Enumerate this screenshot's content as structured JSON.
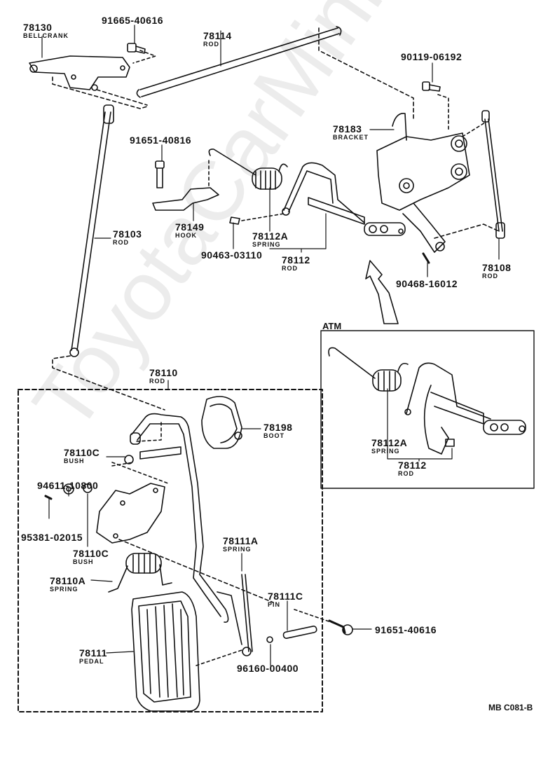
{
  "watermark": "ToyotaCarMini.ru",
  "diagram_code": "MB C081-B",
  "atm_box_title": "ATM",
  "parts": [
    {
      "id": "p78130",
      "number": "78130",
      "name": "BELLCRANK"
    },
    {
      "id": "p91665",
      "number": "91665-40616",
      "name": ""
    },
    {
      "id": "p78114",
      "number": "78114",
      "name": "ROD"
    },
    {
      "id": "p90119",
      "number": "90119-06192",
      "name": ""
    },
    {
      "id": "p78183",
      "number": "78183",
      "name": "BRACKET"
    },
    {
      "id": "p91651a",
      "number": "91651-40816",
      "name": ""
    },
    {
      "id": "p78149",
      "number": "78149",
      "name": "HOOK"
    },
    {
      "id": "p78103",
      "number": "78103",
      "name": "ROD"
    },
    {
      "id": "p78112A",
      "number": "78112A",
      "name": "SPRING"
    },
    {
      "id": "p90463",
      "number": "90463-03110",
      "name": ""
    },
    {
      "id": "p78112",
      "number": "78112",
      "name": "ROD"
    },
    {
      "id": "p78108",
      "number": "78108",
      "name": "ROD"
    },
    {
      "id": "p90468",
      "number": "90468-16012",
      "name": ""
    },
    {
      "id": "p78112A_atm",
      "number": "78112A",
      "name": "SPRING"
    },
    {
      "id": "p78112_atm",
      "number": "78112",
      "name": "ROD"
    },
    {
      "id": "p78110",
      "number": "78110",
      "name": "ROD"
    },
    {
      "id": "p78198",
      "number": "78198",
      "name": "BOOT"
    },
    {
      "id": "p78110C_a",
      "number": "78110C",
      "name": "BUSH"
    },
    {
      "id": "p94611",
      "number": "94611-10800",
      "name": ""
    },
    {
      "id": "p95381",
      "number": "95381-02015",
      "name": ""
    },
    {
      "id": "p78110C_b",
      "number": "78110C",
      "name": "BUSH"
    },
    {
      "id": "p78111A",
      "number": "78111A",
      "name": "SPRING"
    },
    {
      "id": "p78110A",
      "number": "78110A",
      "name": "SPRING"
    },
    {
      "id": "p78111C",
      "number": "78111C",
      "name": "PIN"
    },
    {
      "id": "p91651b",
      "number": "91651-40616",
      "name": ""
    },
    {
      "id": "p78111",
      "number": "78111",
      "name": "PEDAL"
    },
    {
      "id": "p96160",
      "number": "96160-00400",
      "name": ""
    }
  ]
}
